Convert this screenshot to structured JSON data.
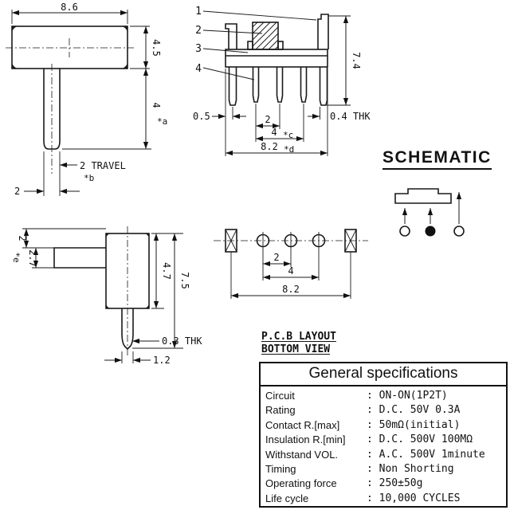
{
  "drawing": {
    "top_view": {
      "dim_width": "8.6",
      "dim_height": "4.5",
      "dim_stem_len": "4",
      "note_a": "*a",
      "travel_label": "2 TRAVEL",
      "note_b": "*b",
      "dim_stem_w": "2"
    },
    "front_view": {
      "callouts": [
        "1",
        "2",
        "3",
        "4"
      ],
      "dim_height": "7.4",
      "dim_leg_offset": "0.5",
      "thickness_label": "0.4 THK",
      "dim_pitch": "2",
      "dim_span": "4",
      "note_c": "*c",
      "dim_width": "8.2",
      "note_d": "*d"
    },
    "side_view": {
      "dim_top": "2",
      "dim_stem_h": "2.7",
      "note_e": "*e",
      "dim_body_h": "4.7",
      "dim_total_h": "7.5",
      "thickness_label": "0.3 THK",
      "dim_pin_w": "1.2"
    },
    "pcb_view": {
      "dim_pitch": "2",
      "dim_span": "4",
      "dim_width": "8.2",
      "caption_line1": "P.C.B LAYOUT",
      "caption_line2": "BOTTOM VIEW"
    },
    "schematic": {
      "heading": "SCHEMATIC"
    }
  },
  "table": {
    "title": "General specifications",
    "rows": [
      {
        "label": "Circuit",
        "value": ": ON-ON(1P2T)"
      },
      {
        "label": "Rating",
        "value": ": D.C. 50V 0.3A"
      },
      {
        "label": "Contact R.[max]",
        "value": ": 50mΩ(initial)"
      },
      {
        "label": "Insulation R.[min]",
        "value": ": D.C. 500V 100MΩ"
      },
      {
        "label": "Withstand VOL.",
        "value": ": A.C. 500V 1minute"
      },
      {
        "label": "Timing",
        "value": ": Non Shorting"
      },
      {
        "label": "Operating force",
        "value": ": 250±50g"
      },
      {
        "label": "Life cycle",
        "value": ": 10,000 CYCLES"
      }
    ]
  }
}
